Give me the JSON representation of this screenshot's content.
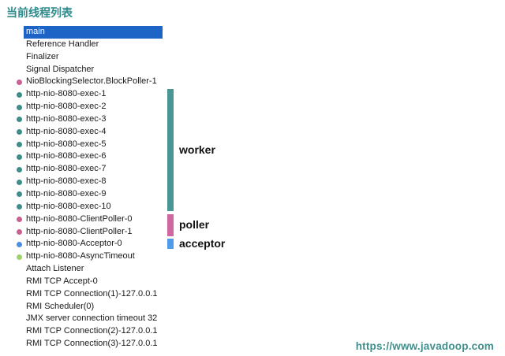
{
  "page": {
    "title": "当前线程列表",
    "watermark_url": "https://www.javadoop.com"
  },
  "colors": {
    "title_text": "#2E8B8B",
    "watermark_text": "#3E8F8D",
    "selection_bg": "#1E63C6",
    "selection_text": "#FFFFFF",
    "list_text": "#1A1A1A",
    "dots": {
      "pink": "#C9608F",
      "teal": "#3E8D8B",
      "blue": "#4A90E0",
      "green": "#9FD36B"
    }
  },
  "threads": [
    {
      "label": "main",
      "selected": true,
      "dot": null
    },
    {
      "label": "Reference Handler",
      "selected": false,
      "dot": null
    },
    {
      "label": "Finalizer",
      "selected": false,
      "dot": null
    },
    {
      "label": "Signal Dispatcher",
      "selected": false,
      "dot": null
    },
    {
      "label": "NioBlockingSelector.BlockPoller-1",
      "selected": false,
      "dot": "pink"
    },
    {
      "label": "http-nio-8080-exec-1",
      "selected": false,
      "dot": "teal"
    },
    {
      "label": "http-nio-8080-exec-2",
      "selected": false,
      "dot": "teal"
    },
    {
      "label": "http-nio-8080-exec-3",
      "selected": false,
      "dot": "teal"
    },
    {
      "label": "http-nio-8080-exec-4",
      "selected": false,
      "dot": "teal"
    },
    {
      "label": "http-nio-8080-exec-5",
      "selected": false,
      "dot": "teal"
    },
    {
      "label": "http-nio-8080-exec-6",
      "selected": false,
      "dot": "teal"
    },
    {
      "label": "http-nio-8080-exec-7",
      "selected": false,
      "dot": "teal"
    },
    {
      "label": "http-nio-8080-exec-8",
      "selected": false,
      "dot": "teal"
    },
    {
      "label": "http-nio-8080-exec-9",
      "selected": false,
      "dot": "teal"
    },
    {
      "label": "http-nio-8080-exec-10",
      "selected": false,
      "dot": "teal"
    },
    {
      "label": "http-nio-8080-ClientPoller-0",
      "selected": false,
      "dot": "pink"
    },
    {
      "label": "http-nio-8080-ClientPoller-1",
      "selected": false,
      "dot": "pink"
    },
    {
      "label": "http-nio-8080-Acceptor-0",
      "selected": false,
      "dot": "blue"
    },
    {
      "label": "http-nio-8080-AsyncTimeout",
      "selected": false,
      "dot": "green"
    },
    {
      "label": "Attach Listener",
      "selected": false,
      "dot": null
    },
    {
      "label": "RMI TCP Accept-0",
      "selected": false,
      "dot": null
    },
    {
      "label": "RMI TCP Connection(1)-127.0.0.1",
      "selected": false,
      "dot": null
    },
    {
      "label": "RMI Scheduler(0)",
      "selected": false,
      "dot": null
    },
    {
      "label": "JMX server connection timeout 32",
      "selected": false,
      "dot": null
    },
    {
      "label": "RMI TCP Connection(2)-127.0.0.1",
      "selected": false,
      "dot": null
    },
    {
      "label": "RMI TCP Connection(3)-127.0.0.1",
      "selected": false,
      "dot": null
    }
  ],
  "annotations": [
    {
      "label": "worker",
      "color": "#4A9694",
      "row_start": 5,
      "row_count": 10
    },
    {
      "label": "poller",
      "color": "#CF67A0",
      "row_start": 15,
      "row_count": 2
    },
    {
      "label": "acceptor",
      "color": "#4F9BE8",
      "row_start": 17,
      "row_count": 1
    }
  ]
}
